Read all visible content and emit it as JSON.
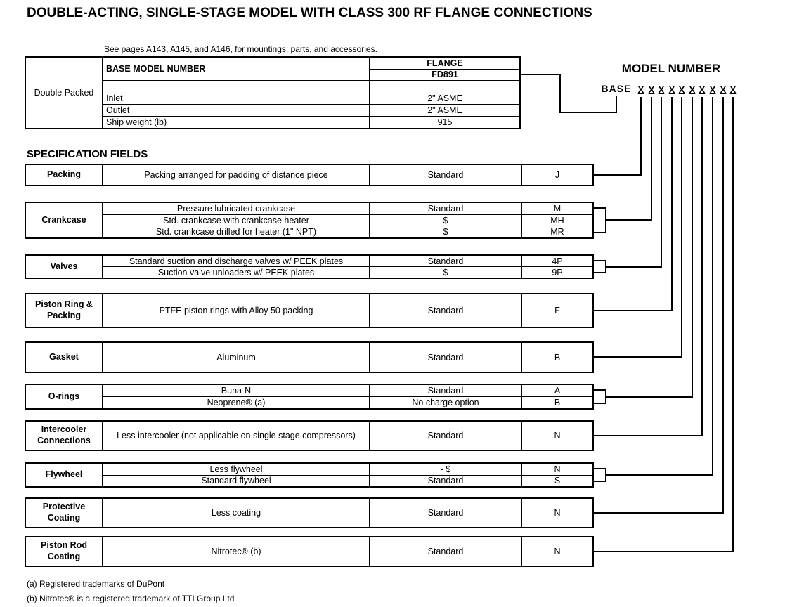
{
  "page": {
    "title": "DOUBLE-ACTING, SINGLE-STAGE MODEL WITH CLASS 300 RF FLANGE CONNECTIONS",
    "note": "See pages A143, A145, and A146, for mountings, parts, and accessories.",
    "spec_heading": "SPECIFICATION FIELDS",
    "footnotes": [
      "(a) Registered trademarks of DuPont",
      "(b) Nitrotec® is a registered trademark of TTI Group Ltd"
    ]
  },
  "base_model_table": {
    "row_label": "Double Packed",
    "header": "BASE MODEL NUMBER",
    "flange_header": "FLANGE",
    "flange_model": "FD891",
    "rows": [
      {
        "label": "Inlet",
        "value": "2\" ASME"
      },
      {
        "label": "Outlet",
        "value": "2\" ASME"
      },
      {
        "label": "Ship weight (lb)",
        "value": "915"
      }
    ]
  },
  "model_number": {
    "heading": "MODEL NUMBER",
    "base_label": "BASE",
    "placeholders": [
      "X",
      "X",
      "X",
      "X",
      "X",
      "X",
      "X",
      "X",
      "X",
      "X"
    ]
  },
  "spec_fields": [
    {
      "label": "Packing",
      "rows": [
        {
          "description": "Packing arranged for padding of distance piece",
          "availability": "Standard",
          "code": "J"
        }
      ]
    },
    {
      "label": "Crankcase",
      "rows": [
        {
          "description": "Pressure lubricated crankcase",
          "availability": "Standard",
          "code": "M"
        },
        {
          "description": "Std. crankcase with crankcase heater",
          "availability": "$",
          "code": "MH"
        },
        {
          "description": "Std. crankcase drilled for heater (1\" NPT)",
          "availability": "$",
          "code": "MR"
        }
      ]
    },
    {
      "label": "Valves",
      "rows": [
        {
          "description": "Standard suction and discharge valves w/ PEEK plates",
          "availability": "Standard",
          "code": "4P"
        },
        {
          "description": "Suction valve unloaders w/ PEEK plates",
          "availability": "$",
          "code": "9P"
        }
      ]
    },
    {
      "label": "Piston Ring & Packing",
      "rows": [
        {
          "description": "PTFE piston rings with Alloy 50 packing",
          "availability": "Standard",
          "code": "F"
        }
      ]
    },
    {
      "label": "Gasket",
      "rows": [
        {
          "description": "Aluminum",
          "availability": "Standard",
          "code": "B"
        }
      ]
    },
    {
      "label": "O-rings",
      "rows": [
        {
          "description": "Buna-N",
          "availability": "Standard",
          "code": "A"
        },
        {
          "description": "Neoprene® (a)",
          "availability": "No charge option",
          "code": "B"
        }
      ]
    },
    {
      "label": "Intercooler Connections",
      "rows": [
        {
          "description": "Less intercooler (not applicable on single stage compressors)",
          "availability": "Standard",
          "code": "N"
        }
      ]
    },
    {
      "label": "Flywheel",
      "rows": [
        {
          "description": "Less flywheel",
          "availability": "- $",
          "code": "N"
        },
        {
          "description": "Standard flywheel",
          "availability": "Standard",
          "code": "S"
        }
      ]
    },
    {
      "label": "Protective Coating",
      "rows": [
        {
          "description": "Less coating",
          "availability": "Standard",
          "code": "N"
        }
      ]
    },
    {
      "label": "Piston Rod Coating",
      "rows": [
        {
          "description": "Nitrotec® (b)",
          "availability": "Standard",
          "code": "N"
        }
      ]
    }
  ]
}
